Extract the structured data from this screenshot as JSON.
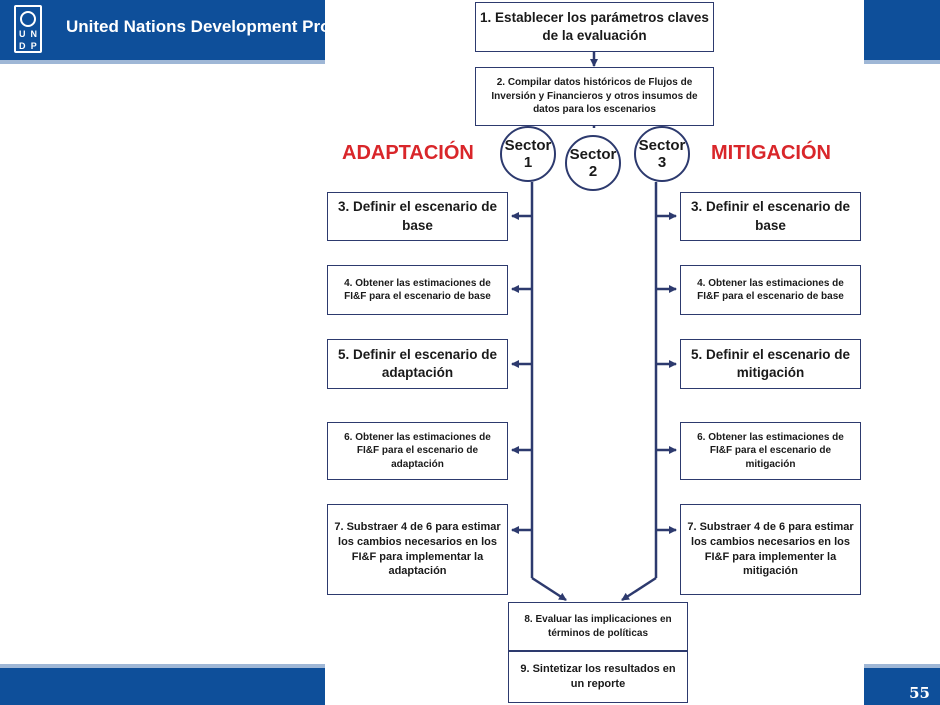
{
  "header": {
    "org_name": "United Nations Development Progra",
    "logo_letters": [
      "U",
      "N",
      "D",
      "P"
    ]
  },
  "footer": {
    "page_number": "55"
  },
  "diagram": {
    "step1": "1. Establecer los parámetros claves de la evaluación",
    "step2": "2. Compilar datos históricos de Flujos de Inversión y Financieros y otros insumos de datos para los escenarios",
    "left_heading": "ADAPTACIÓN",
    "right_heading": "MITIGACIÓN",
    "sectors": [
      {
        "name": "Sector",
        "num": "1"
      },
      {
        "name": "Sector",
        "num": "2"
      },
      {
        "name": "Sector",
        "num": "3"
      }
    ],
    "left": [
      "3. Definir el escenario de base",
      "4. Obtener las estimaciones de FI&F para el escenario de base",
      "5. Definir el escenario de adaptación",
      "6. Obtener las estimaciones de FI&F para el escenario de adaptación",
      "7. Substraer 4 de 6 para estimar los cambios necesarios en los FI&F para implementar la adaptación"
    ],
    "right": [
      "3. Definir el escenario de base",
      "4. Obtener las estimaciones de FI&F para el escenario de base",
      "5. Definir el escenario de mitigación",
      "6. Obtener las estimaciones de FI&F para el escenario de mitigación",
      "7. Substraer 4 de 6 para estimar los cambios necesarios en los FI&F para implementer la mitigación"
    ],
    "step8": "8. Evaluar las implicaciones en términos de políticas",
    "step9": "9. Sintetizar los resultados en un reporte"
  },
  "colors": {
    "bar": "#0e4f9a",
    "heading": "#d9262a",
    "line": "#2d3a6e"
  }
}
